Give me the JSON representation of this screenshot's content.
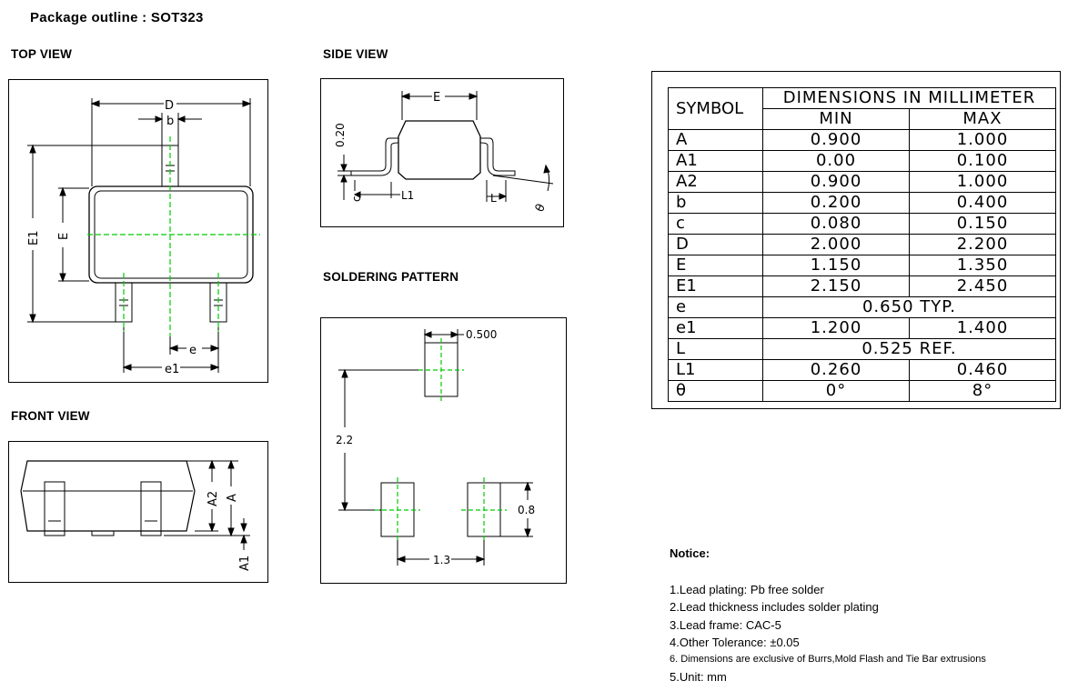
{
  "title": "Package outline : SOT323",
  "views": {
    "top": "TOP VIEW",
    "side": "SIDE VIEW",
    "front": "FRONT VIEW",
    "soldering": "SOLDERING PATTERN"
  },
  "top_view_labels": {
    "D": "D",
    "b": "b",
    "E1": "E1",
    "E": "E",
    "e": "e",
    "e1": "e1"
  },
  "side_view_labels": {
    "E": "E",
    "thickness": "0.20",
    "c": "c",
    "L1": "L1",
    "L": "L",
    "theta": "θ"
  },
  "front_view_labels": {
    "A2": "A2",
    "A": "A",
    "A1": "A1"
  },
  "soldering_labels": {
    "pad_width": "0.500",
    "height": "2.2",
    "pad_height": "0.8",
    "pitch": "1.3"
  },
  "table": {
    "symbol_header": "SYMBOL",
    "dimensions_header": "DIMENSIONS IN MILLIMETER",
    "min_header": "MIN",
    "max_header": "MAX",
    "rows": [
      {
        "symbol": "A",
        "min": "0.900",
        "max": "1.000"
      },
      {
        "symbol": "A1",
        "min": "0.00",
        "max": "0.100"
      },
      {
        "symbol": "A2",
        "min": "0.900",
        "max": "1.000"
      },
      {
        "symbol": "b",
        "min": "0.200",
        "max": "0.400"
      },
      {
        "symbol": "c",
        "min": "0.080",
        "max": "0.150"
      },
      {
        "symbol": "D",
        "min": "2.000",
        "max": "2.200"
      },
      {
        "symbol": "E",
        "min": "1.150",
        "max": "1.350"
      },
      {
        "symbol": "E1",
        "min": "2.150",
        "max": "2.450"
      },
      {
        "symbol": "e",
        "span": "0.650 TYP."
      },
      {
        "symbol": "e1",
        "min": "1.200",
        "max": "1.400"
      },
      {
        "symbol": "L",
        "span": "0.525 REF."
      },
      {
        "symbol": "L1",
        "min": "0.260",
        "max": "0.460"
      },
      {
        "symbol": "θ",
        "min": "0°",
        "max": "8°"
      }
    ]
  },
  "notice": {
    "title": "Notice:",
    "items": [
      "1.Lead plating: Pb free solder",
      "2.Lead thickness includes solder plating",
      "3.Lead frame: CAC-5",
      "4.Other Tolerance: ±0.05",
      "6. Dimensions are exclusive of Burrs,Mold Flash and Tie Bar extrusions",
      "5.Unit: mm"
    ]
  },
  "colors": {
    "centerline": "#00cc00",
    "line": "#000000"
  }
}
